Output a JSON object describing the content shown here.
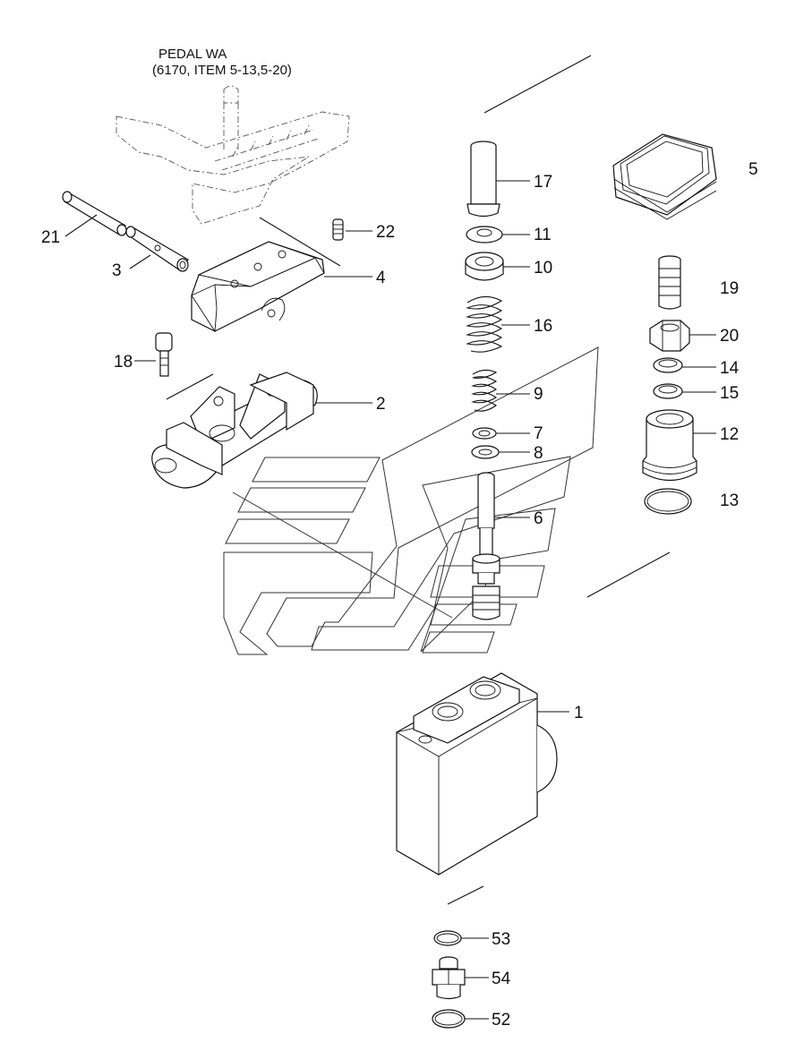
{
  "header": {
    "line1": "PEDAL WA",
    "line2": "(6170, ITEM 5-13,5-20)"
  },
  "callouts": {
    "p1": "1",
    "p2": "2",
    "p3": "3",
    "p4": "4",
    "p5": "5",
    "p6": "6",
    "p7": "7",
    "p8": "8",
    "p9": "9",
    "p10": "10",
    "p11": "11",
    "p12": "12",
    "p13": "13",
    "p14": "14",
    "p15": "15",
    "p16": "16",
    "p17": "17",
    "p18": "18",
    "p19": "19",
    "p20": "20",
    "p21": "21",
    "p22": "22",
    "p52": "52",
    "p53": "53",
    "p54": "54"
  }
}
